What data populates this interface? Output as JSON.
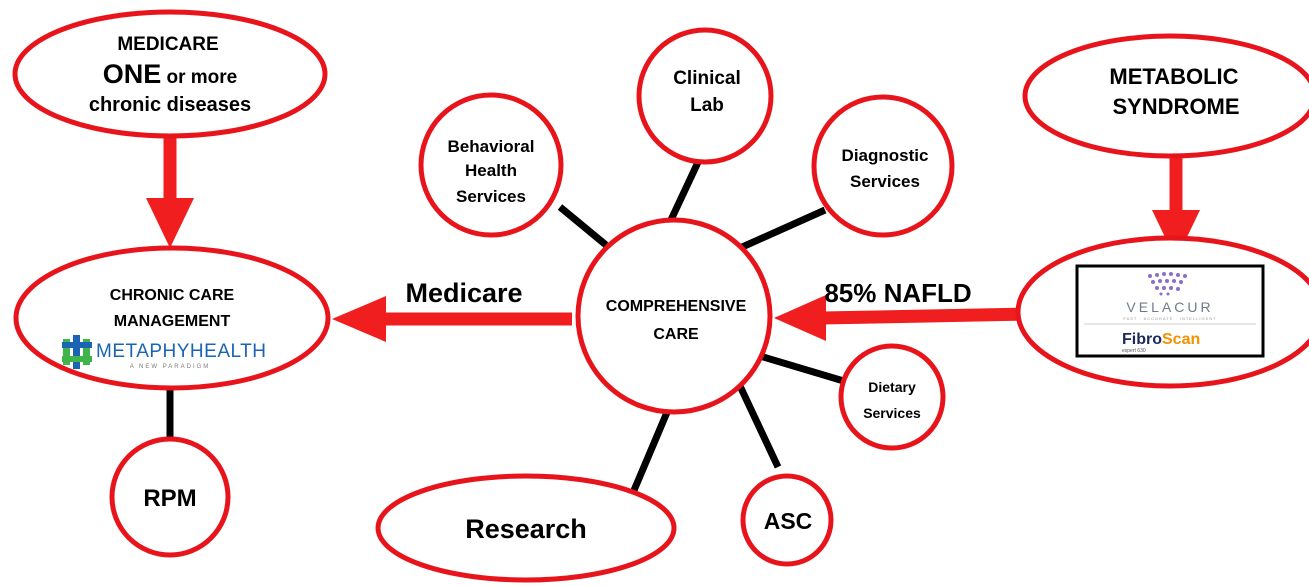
{
  "nodes": {
    "medicare": {
      "line1": "MEDICARE",
      "line2_big": "ONE",
      "line2_rest": " or more",
      "line3": "chronic diseases"
    },
    "metabolic": {
      "line1": "METABOLIC",
      "line2": "SYNDROME"
    },
    "ccm": {
      "line1": "CHRONIC CARE",
      "line2": "MANAGEMENT",
      "logo_text": "METAPHYHEALTH",
      "logo_tagline": "A NEW PARADIGM"
    },
    "rpm": {
      "label": "RPM"
    },
    "center": {
      "line1": "COMPREHENSIVE",
      "line2": "CARE"
    },
    "behavioral": {
      "line1": "Behavioral",
      "line2": "Health",
      "line3": "Services"
    },
    "clinical": {
      "line1": "Clinical",
      "line2": "Lab"
    },
    "diagnostic": {
      "line1": "Diagnostic",
      "line2": "Services"
    },
    "dietary": {
      "line1": "Dietary",
      "line2": "Services"
    },
    "asc": {
      "label": "ASC"
    },
    "research": {
      "label": "Research"
    },
    "velacur": {
      "logo1": "VELACUR",
      "logo1_tagline": "FAST · ACCURATE · INTELLIGENT",
      "logo2_a": "Fibro",
      "logo2_b": "Scan",
      "logo2_tagline": "expert 630"
    }
  },
  "edges": {
    "left_label": "Medicare",
    "right_label": "85% NAFLD"
  },
  "colors": {
    "accent_red": "#e8141b",
    "arrow_red": "#f01e1e",
    "spoke_black": "#000000",
    "logo_blue": "#1a64b4",
    "logo_green": "#3fb549",
    "fibroscan_orange": "#f39200"
  }
}
